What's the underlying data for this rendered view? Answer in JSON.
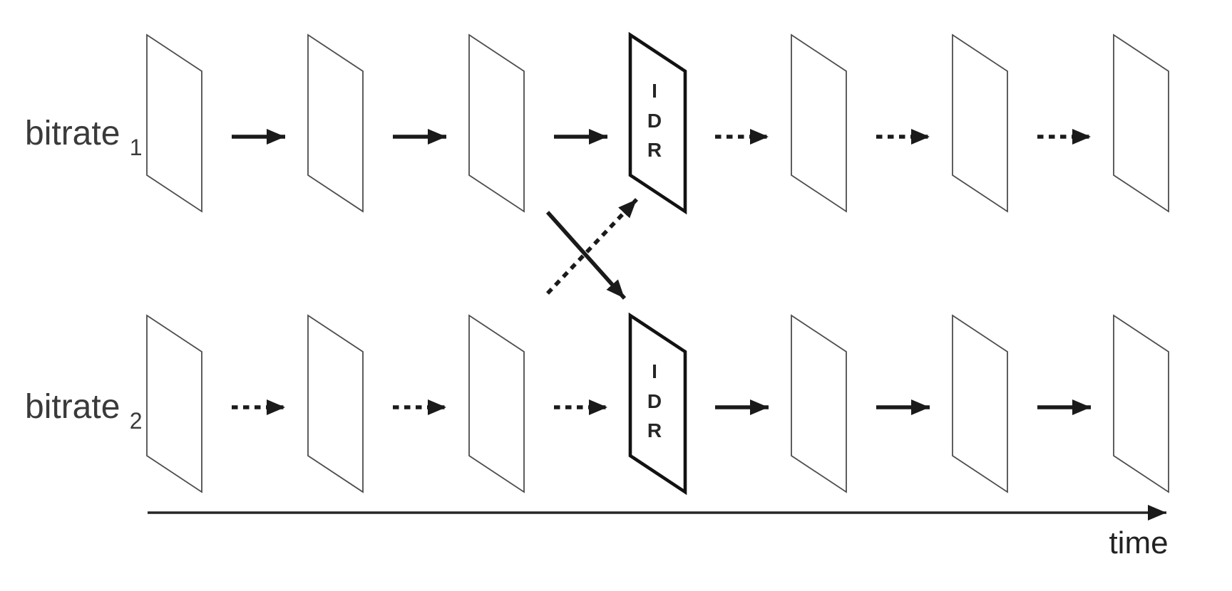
{
  "diagram": {
    "title_implied": "",
    "background": "#ffffff",
    "rows": [
      {
        "label_base": "bitrate",
        "label_sub": "1",
        "frames": [
          "frame",
          "frame",
          "frame",
          "IDR",
          "frame",
          "frame",
          "frame"
        ],
        "arrows": [
          "solid",
          "solid",
          "solid",
          "dashed",
          "dashed",
          "dashed"
        ]
      },
      {
        "label_base": "bitrate",
        "label_sub": "2",
        "frames": [
          "frame",
          "frame",
          "frame",
          "IDR",
          "frame",
          "frame",
          "frame"
        ],
        "arrows": [
          "dashed",
          "dashed",
          "dashed",
          "solid",
          "solid",
          "solid"
        ]
      }
    ],
    "idr_label_lines": [
      "I",
      "D",
      "R"
    ],
    "switch_arrows": [
      {
        "style": "solid",
        "from": "bitrate1-stream",
        "to": "bitrate2-idr-frame"
      },
      {
        "style": "dashed",
        "from": "bitrate2-stream",
        "to": "bitrate1-idr-frame"
      }
    ],
    "time_axis": {
      "label": "time"
    },
    "colors": {
      "frame_stroke": "#4d4d4d",
      "idr_stroke": "#121212",
      "arrow": "#1a1a1a",
      "label_text": "#3a3a3a",
      "background": "#ffffff"
    }
  }
}
